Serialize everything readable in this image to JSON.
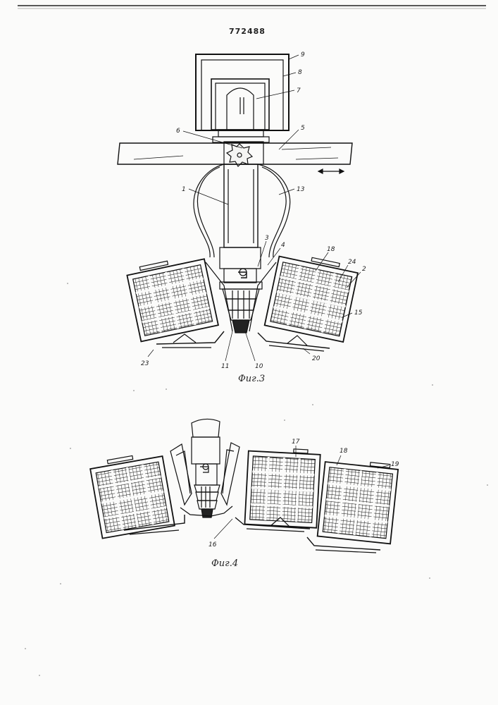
{
  "page": {
    "patent_number": "772488",
    "figures": [
      {
        "caption": "Фиг.3",
        "labels": [
          "9",
          "8",
          "7",
          "6",
          "5",
          "1",
          "13",
          "3",
          "4",
          "18",
          "24",
          "2",
          "15",
          "23",
          "11",
          "10",
          "20"
        ]
      },
      {
        "caption": "Фиг.4",
        "labels": [
          "17",
          "18",
          "19",
          "16"
        ]
      }
    ]
  }
}
